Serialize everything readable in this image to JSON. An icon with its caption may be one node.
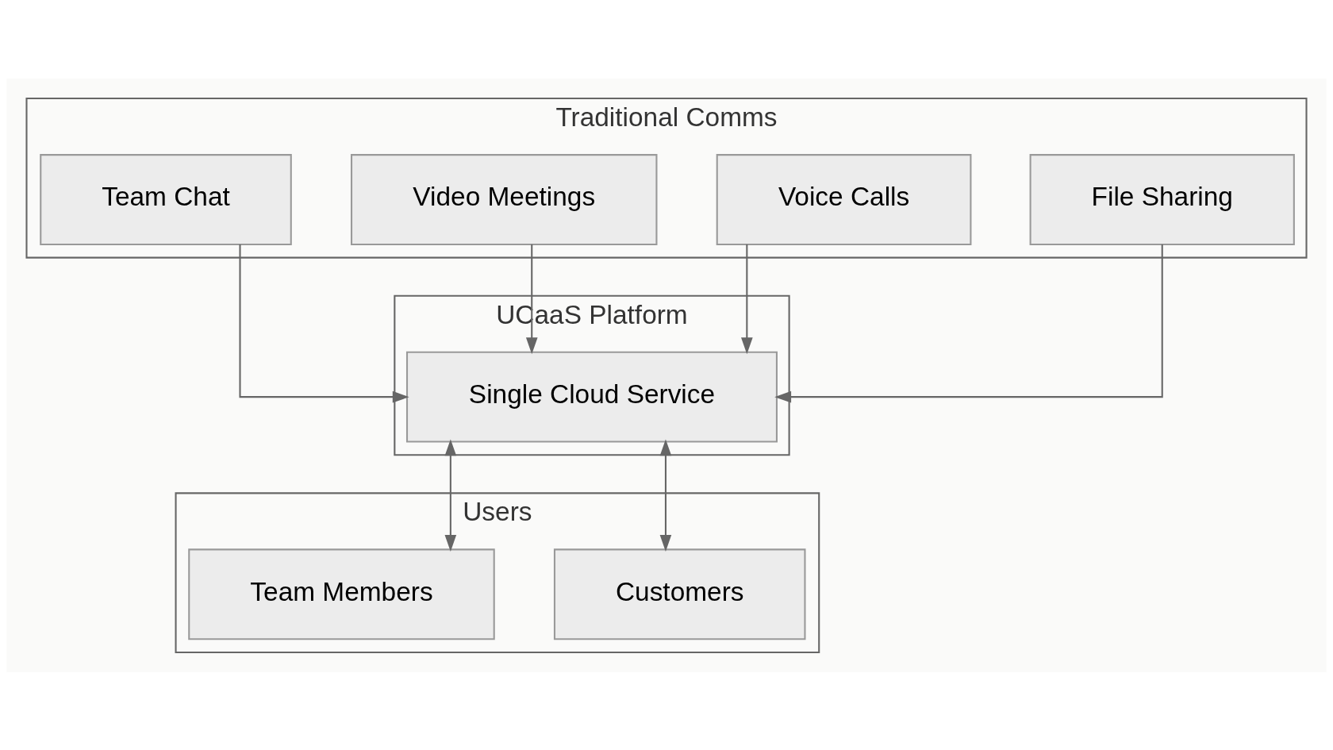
{
  "diagram": {
    "nodes": [
      {
        "text": [
          "Traditional Comms"
        ]
      },
      {
        "text": [
          "File Sharing"
        ],
        "in": 0
      },
      {
        "text": [
          "Voice Calls"
        ],
        "in": 0
      },
      {
        "text": [
          "Video Meetings"
        ],
        "in": 0
      },
      {
        "text": [
          "Team Chat"
        ],
        "in": 0
      },
      {
        "text": [
          "UCaaS Platform"
        ]
      },
      {
        "text": [
          "Single Cloud Service"
        ],
        "in": 5
      },
      {
        "text": [
          "Users"
        ]
      },
      {
        "text": [
          "Customers"
        ],
        "in": 7
      },
      {
        "text": [
          "Team Members"
        ],
        "in": 7
      }
    ],
    "edges": [
      {
        "from": 1,
        "to": 6,
        "arrow": "to"
      },
      {
        "from": 2,
        "to": 6,
        "arrow": "to"
      },
      {
        "from": 3,
        "to": 6,
        "arrow": "to"
      },
      {
        "from": 4,
        "to": 6,
        "arrow": "to"
      },
      {
        "from": 6,
        "to": 8,
        "arrow": "both"
      },
      {
        "from": 6,
        "to": 9,
        "arrow": "both"
      }
    ]
  }
}
